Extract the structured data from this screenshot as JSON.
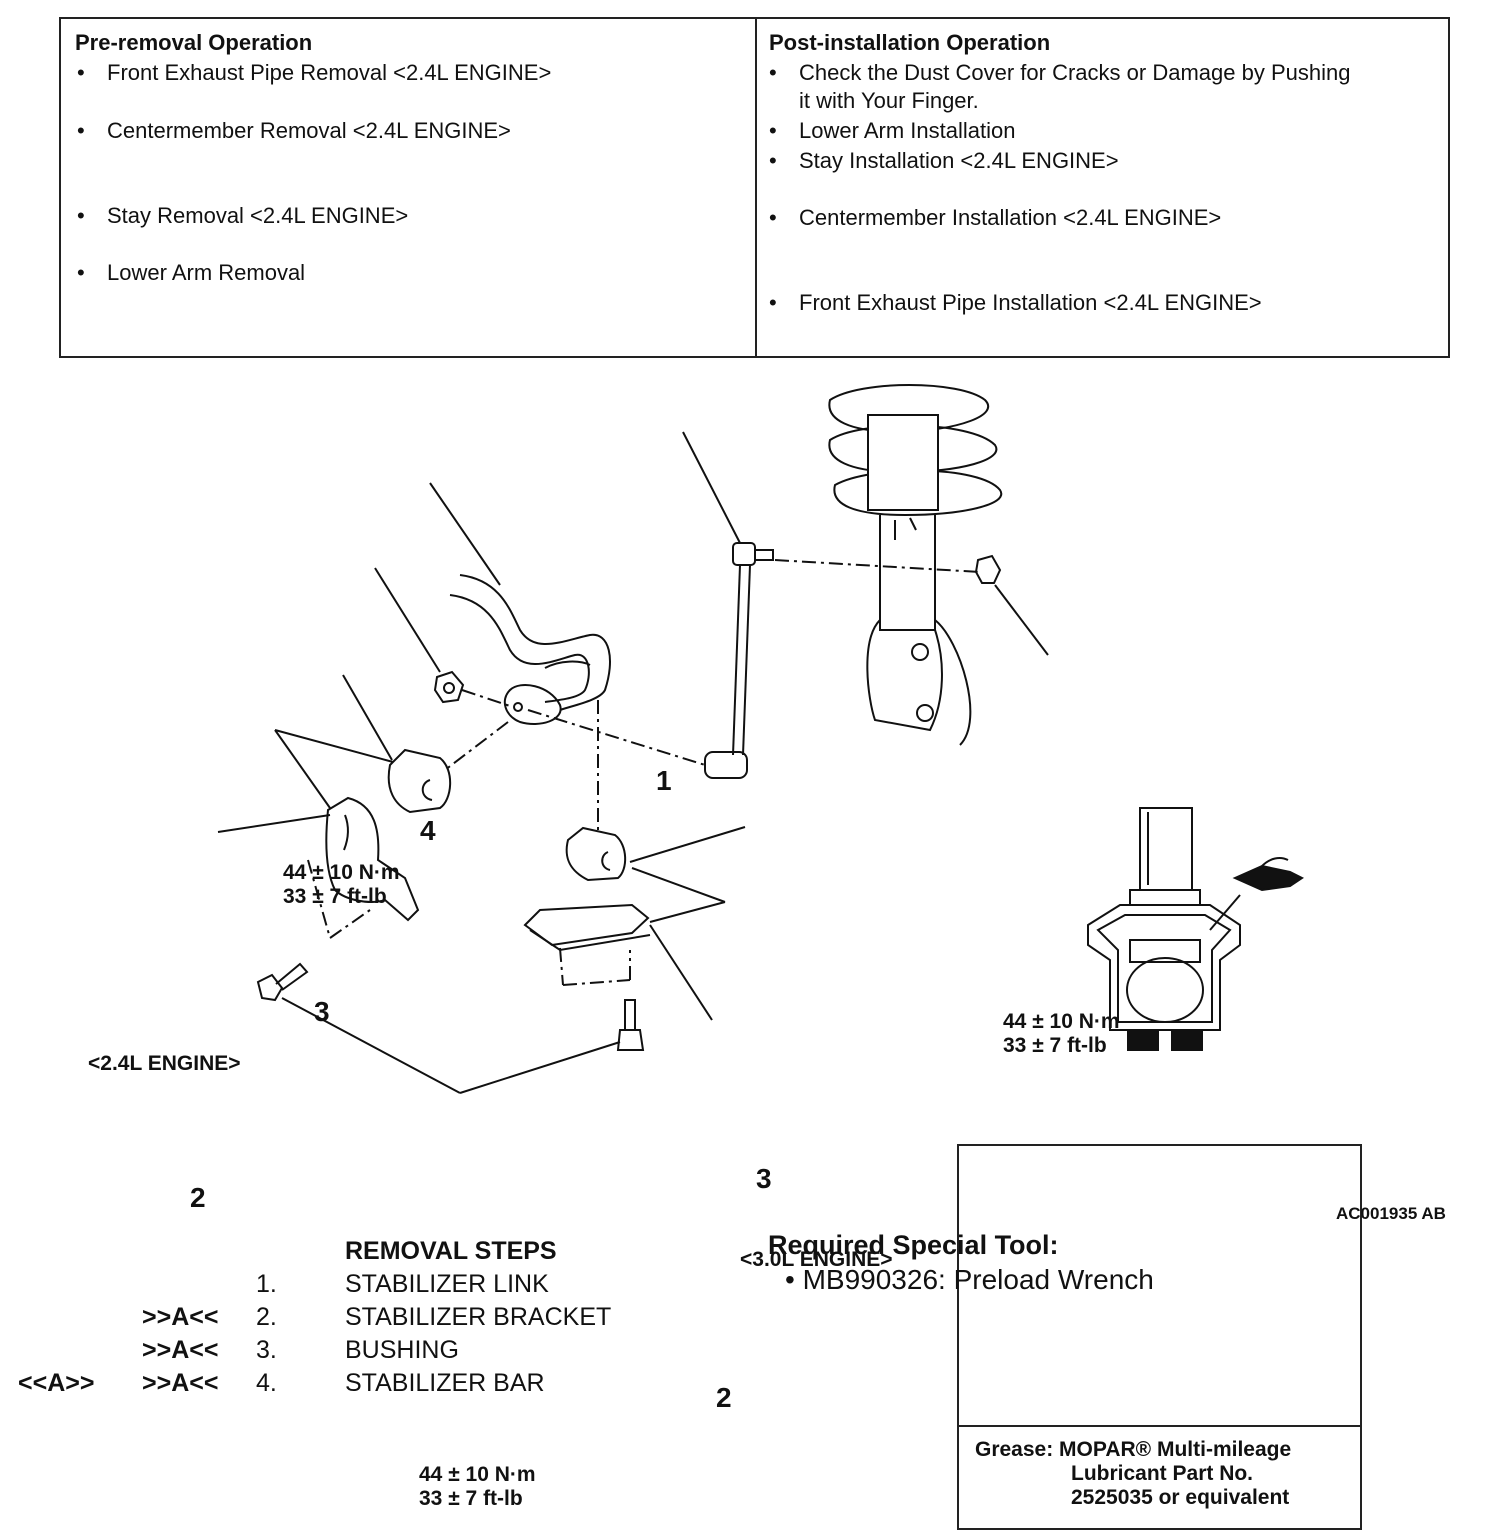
{
  "operations": {
    "pre_removal": {
      "heading": "Pre-removal Operation",
      "items": [
        "Front Exhaust Pipe Removal <2.4L ENGINE>",
        "Centermember Removal <2.4L ENGINE>",
        "Stay Removal <2.4L ENGINE>",
        "Lower Arm Removal"
      ]
    },
    "post_installation": {
      "heading": "Post-installation Operation",
      "items": [
        "Check the Dust Cover for Cracks or Damage by Pushing",
        "it with Your Finger.",
        "Lower Arm Installation",
        "Stay Installation <2.4L ENGINE>",
        "Centermember Installation <2.4L ENGINE>",
        "Front Exhaust Pipe Installation <2.4L ENGINE>"
      ]
    },
    "bullet": "•"
  },
  "diagram": {
    "callouts": [
      "1",
      "2",
      "3",
      "4",
      "2",
      "3"
    ],
    "engine_24": "<2.4L ENGINE>",
    "engine_30": "<3.0L ENGINE>",
    "torque": {
      "nm": "44 ± 10 N·m",
      "ftlb": "33 ± 7 ft-lb"
    },
    "grease": {
      "line1": "Grease: MOPAR® Multi-mileage",
      "line2": "Lubricant Part No.",
      "line3": "2525035 or equivalent"
    },
    "figure_id": "AC001935 AB"
  },
  "removal_steps": {
    "heading": "REMOVAL STEPS",
    "steps": [
      {
        "mark1": "",
        "mark2": "",
        "num": "1.",
        "name": "STABILIZER LINK"
      },
      {
        "mark1": "",
        "mark2": ">>A<<",
        "num": "2.",
        "name": "STABILIZER BRACKET"
      },
      {
        "mark1": "",
        "mark2": ">>A<<",
        "num": "3.",
        "name": "BUSHING"
      },
      {
        "mark1": "<<A>>",
        "mark2": ">>A<<",
        "num": "4.",
        "name": "STABILIZER BAR"
      }
    ]
  },
  "special_tool": {
    "heading": "Required Special Tool:",
    "item": "MB990326: Preload Wrench"
  }
}
